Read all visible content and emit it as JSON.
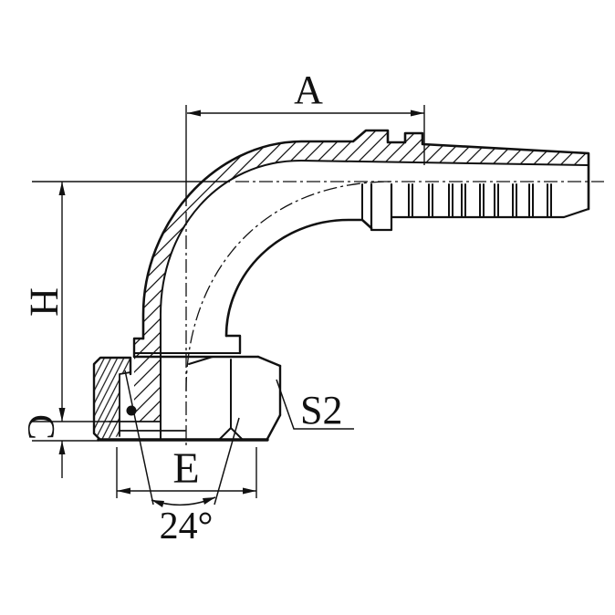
{
  "drawing": {
    "labels": {
      "dim_a": "A",
      "dim_h": "H",
      "dim_c": "C",
      "dim_e": "E",
      "hex_size": "S2",
      "cone_angle": "24°"
    },
    "colors": {
      "ink": "#111111",
      "background": "#ffffff"
    }
  }
}
